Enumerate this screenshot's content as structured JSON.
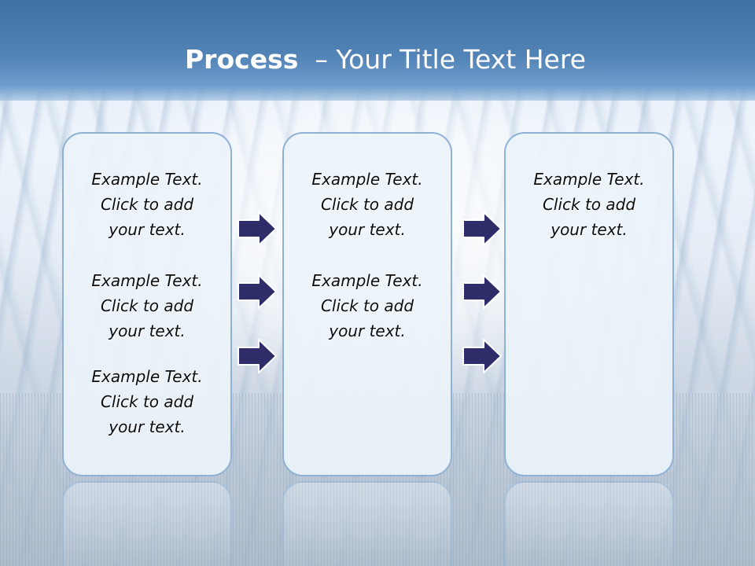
{
  "title": {
    "bold": "Process",
    "rest": "– Your Title Text Here"
  },
  "columns": [
    {
      "items": [
        {
          "line1": "Example Text.",
          "line2": "Click  to add",
          "line3": "your text."
        },
        {
          "line1": "Example Text.",
          "line2": "Click  to add",
          "line3": "your text."
        },
        {
          "line1": "Example Text.",
          "line2": "Click  to add",
          "line3": "your text."
        }
      ]
    },
    {
      "items": [
        {
          "line1": "Example Text.",
          "line2": "Click  to add",
          "line3": "your text."
        },
        {
          "line1": "Example Text.",
          "line2": "Click  to add",
          "line3": "your text."
        }
      ]
    },
    {
      "items": [
        {
          "line1": "Example Text.",
          "line2": "Click  to add",
          "line3": "your text."
        }
      ]
    }
  ],
  "colors": {
    "arrow_fill": "#2e2d6a",
    "panel_border": "#8fb1d6",
    "header": "#4a7bb0"
  },
  "icons": {
    "connector": "right-arrow-icon"
  }
}
